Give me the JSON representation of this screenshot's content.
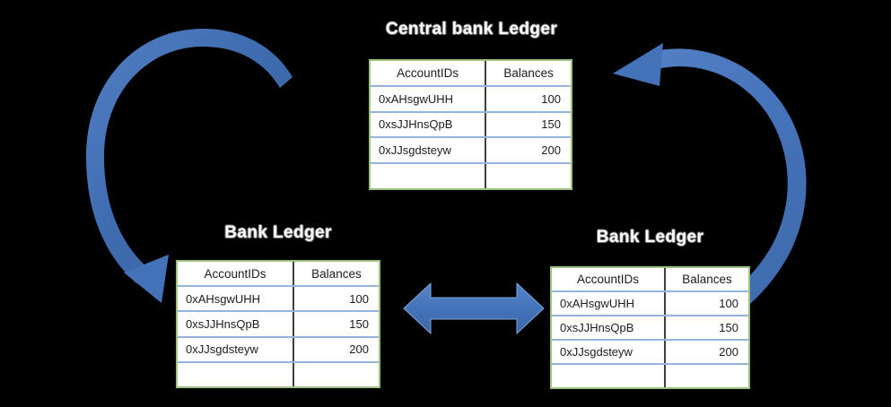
{
  "diagram": {
    "background_color": "#000000",
    "accent_blue": "#4472b8",
    "table_border_green": "#9dc37f",
    "table_rule_blue": "#95b3dd",
    "title_text_color": "#fdfdfd"
  },
  "columns": [
    "AccountIDs",
    "Balances"
  ],
  "rows": [
    {
      "account_id": "0xAHsgwUHH",
      "balance": "100"
    },
    {
      "account_id": "0xsJJHnsQpB",
      "balance": "150"
    },
    {
      "account_id": "0xJJsgdsteyw",
      "balance": "200"
    },
    {
      "account_id": "",
      "balance": ""
    }
  ],
  "ledgers": {
    "central": {
      "title": "Central bank Ledger"
    },
    "bank_left": {
      "title": "Bank Ledger"
    },
    "bank_right": {
      "title": "Bank Ledger"
    }
  },
  "arrows": {
    "central_to_bank_left": {
      "name": "curved-arrow-central-to-bank-left",
      "direction": "counter-clockwise-down",
      "color": "#4472b8"
    },
    "bank_right_to_central": {
      "name": "curved-arrow-bank-right-to-central",
      "direction": "counter-clockwise-up",
      "color": "#4472b8"
    },
    "bank_to_bank": {
      "name": "double-headed-arrow-bank-to-bank",
      "direction": "bidirectional-horizontal",
      "color": "#4472b8"
    }
  }
}
